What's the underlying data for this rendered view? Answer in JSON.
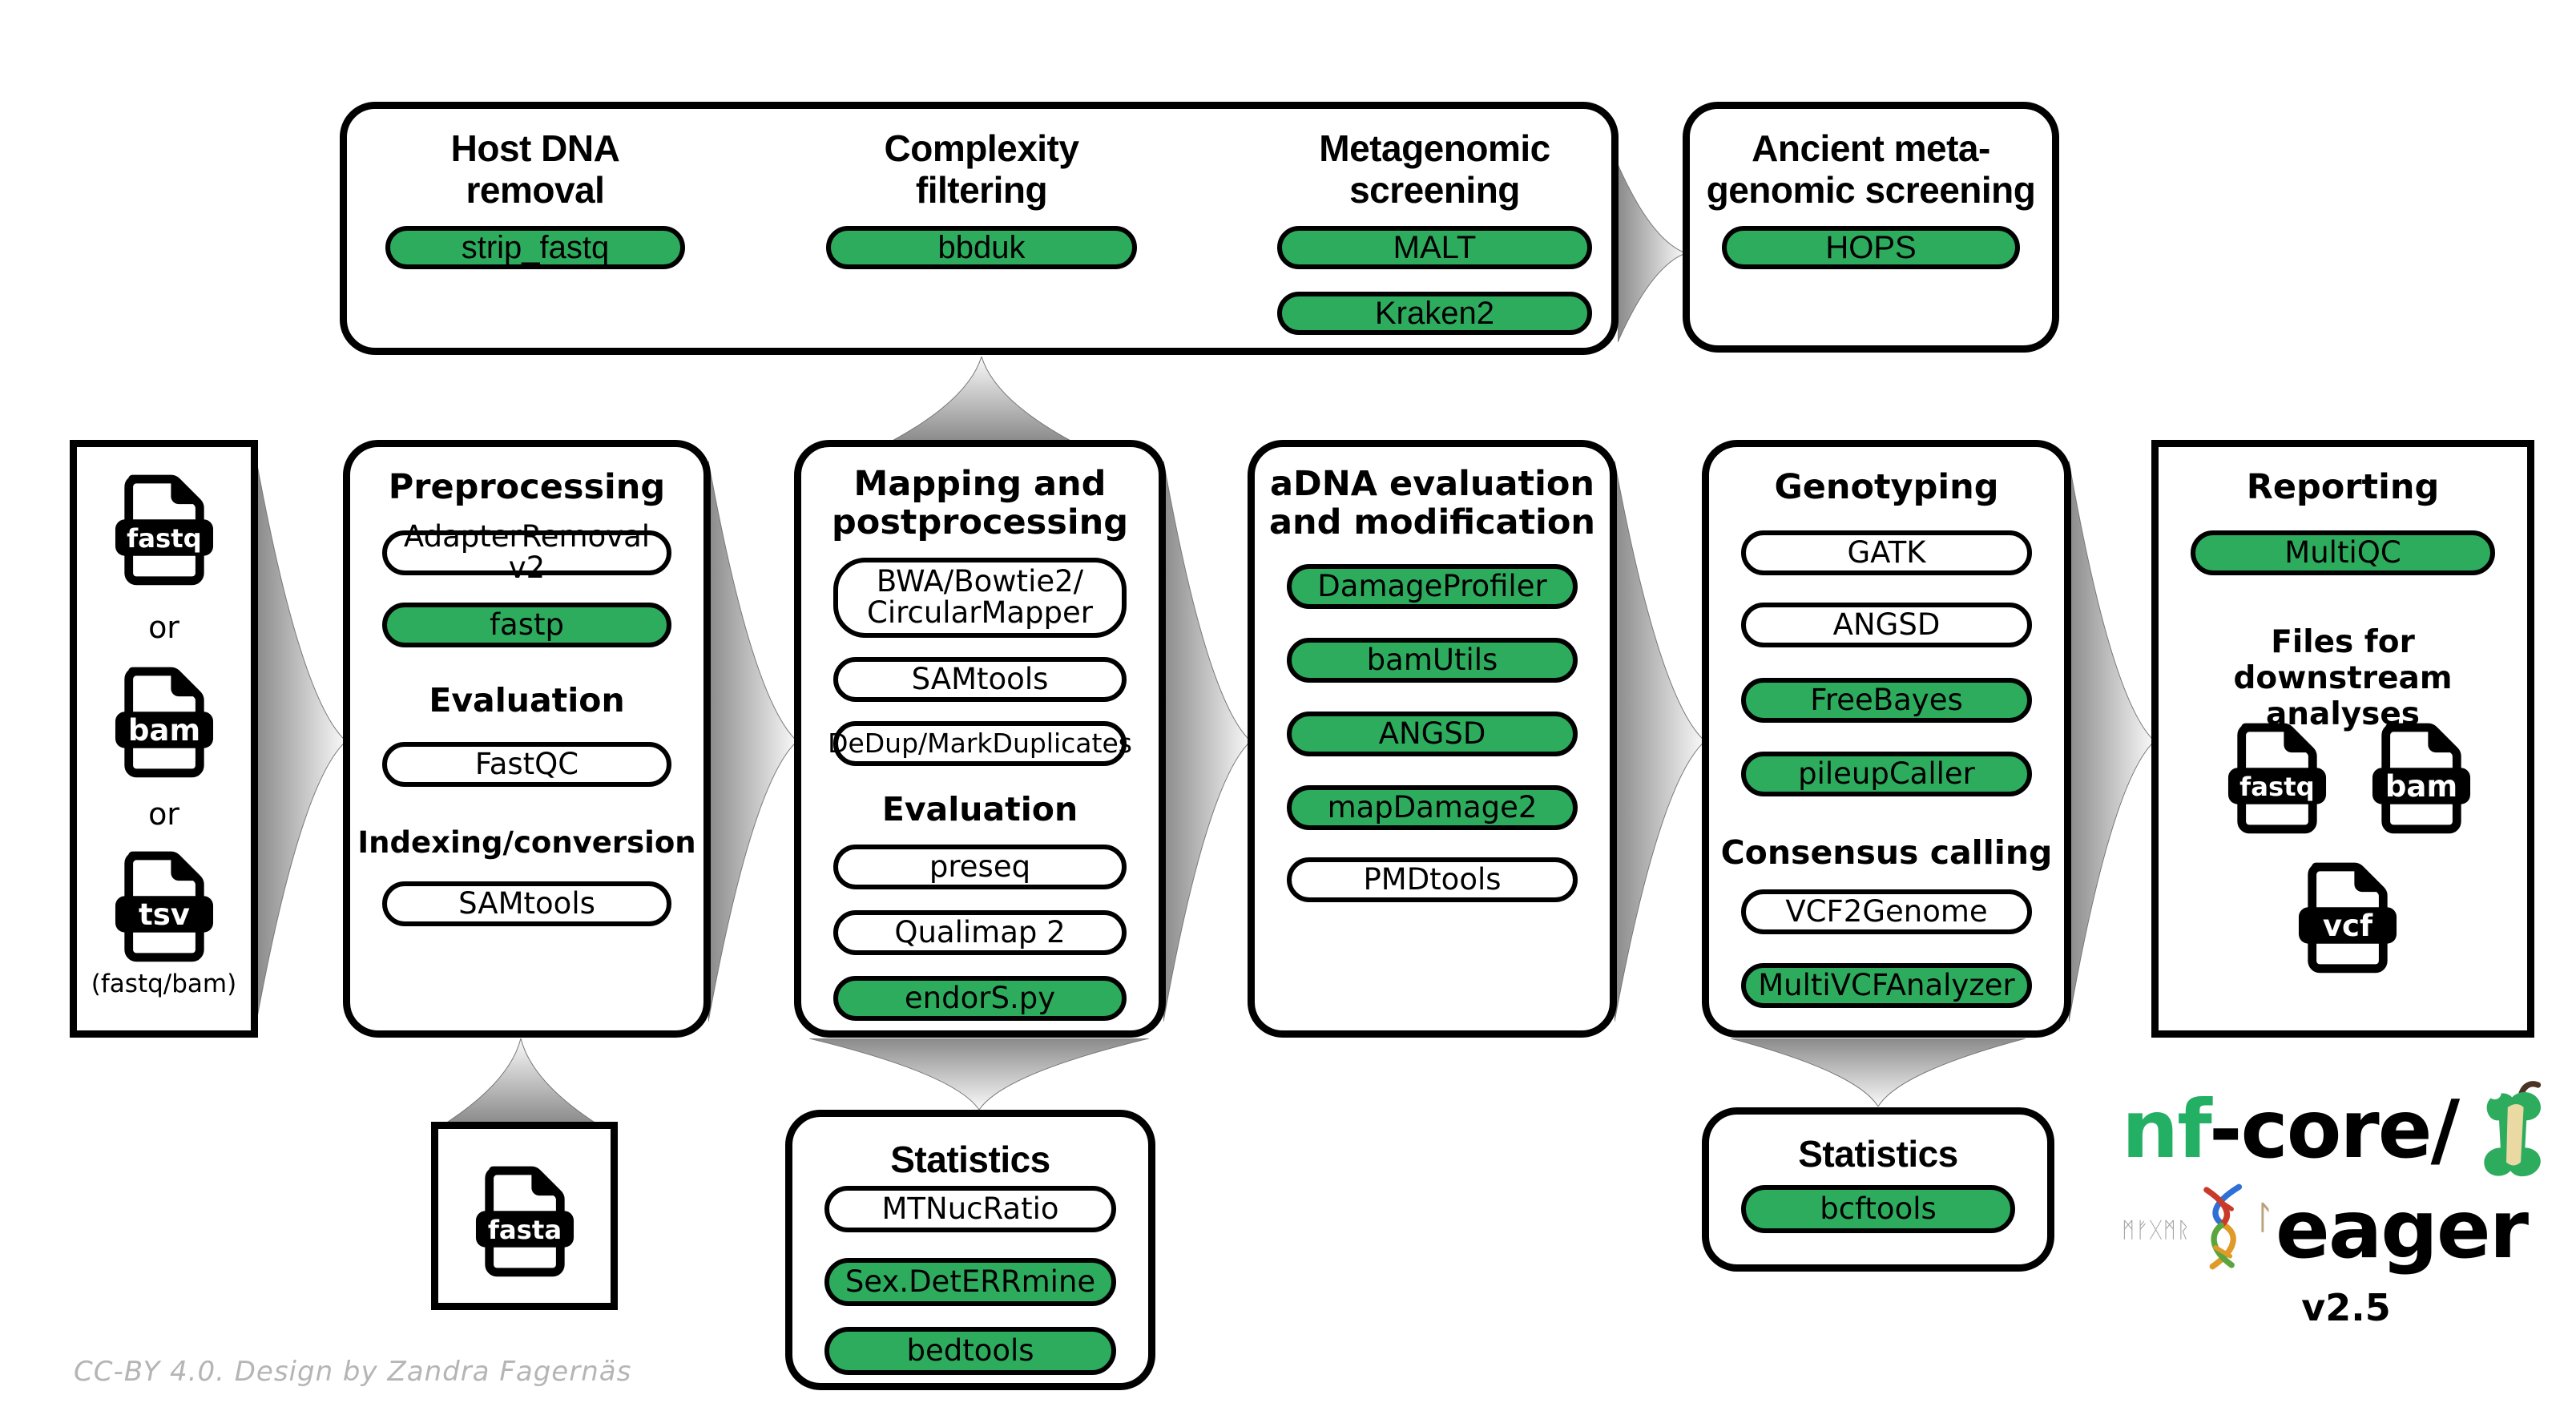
{
  "colors": {
    "green": "#2eac5e",
    "logo_green": "#24b064",
    "arrow_dark": "#8a8a8a",
    "arrow_light": "#fafafa"
  },
  "top_pipeline": {
    "columns": [
      {
        "heading_line1": "Host DNA",
        "heading_line2": "removal",
        "tools": [
          {
            "label": "strip_fastq",
            "highlighted": true
          }
        ]
      },
      {
        "heading_line1": "Complexity",
        "heading_line2": "filtering",
        "tools": [
          {
            "label": "bbduk",
            "highlighted": true
          }
        ]
      },
      {
        "heading_line1": "Metagenomic",
        "heading_line2": "screening",
        "tools": [
          {
            "label": "MALT",
            "highlighted": true
          },
          {
            "label": "Kraken2",
            "highlighted": true
          }
        ]
      }
    ]
  },
  "ancient_screening": {
    "heading_line1": "Ancient meta-",
    "heading_line2": "genomic screening",
    "tools": [
      {
        "label": "HOPS",
        "highlighted": true
      }
    ]
  },
  "input": {
    "files": [
      {
        "label": "fastq"
      },
      {
        "label": "bam"
      },
      {
        "label": "tsv"
      }
    ],
    "separator": "or",
    "caption": "(fastq/bam)"
  },
  "reference": {
    "file": "fasta"
  },
  "preprocessing": {
    "title": "Preprocessing",
    "sections": [
      {
        "type": "tool",
        "label": "AdapterRemoval v2",
        "highlighted": false
      },
      {
        "type": "tool",
        "label": "fastp",
        "highlighted": true
      },
      {
        "type": "heading",
        "label": "Evaluation"
      },
      {
        "type": "tool",
        "label": "FastQC",
        "highlighted": false
      },
      {
        "type": "heading",
        "label": "Indexing/conversion"
      },
      {
        "type": "tool",
        "label": "SAMtools",
        "highlighted": false
      }
    ]
  },
  "mapping": {
    "title_line1": "Mapping and",
    "title_line2": "postprocessing",
    "sections": [
      {
        "type": "tool",
        "label_line1": "BWA/Bowtie2/",
        "label_line2": "CircularMapper",
        "highlighted": false
      },
      {
        "type": "tool",
        "label": "SAMtools",
        "highlighted": false
      },
      {
        "type": "tool",
        "label": "DeDup/MarkDuplicates",
        "highlighted": false
      },
      {
        "type": "heading",
        "label": "Evaluation"
      },
      {
        "type": "tool",
        "label": "preseq",
        "highlighted": false
      },
      {
        "type": "tool",
        "label": "Qualimap 2",
        "highlighted": false
      },
      {
        "type": "tool",
        "label": "endorS.py",
        "highlighted": true
      }
    ]
  },
  "adna": {
    "title_line1": "aDNA evaluation",
    "title_line2": "and modification",
    "sections": [
      {
        "type": "tool",
        "label": "DamageProfiler",
        "highlighted": true
      },
      {
        "type": "tool",
        "label": "bamUtils",
        "highlighted": true
      },
      {
        "type": "tool",
        "label": "ANGSD",
        "highlighted": true
      },
      {
        "type": "tool",
        "label": "mapDamage2",
        "highlighted": true
      },
      {
        "type": "tool",
        "label": "PMDtools",
        "highlighted": false
      }
    ]
  },
  "genotyping": {
    "title": "Genotyping",
    "sections": [
      {
        "type": "tool",
        "label": "GATK",
        "highlighted": false
      },
      {
        "type": "tool",
        "label": "ANGSD",
        "highlighted": false
      },
      {
        "type": "tool",
        "label": "FreeBayes",
        "highlighted": true
      },
      {
        "type": "tool",
        "label": "pileupCaller",
        "highlighted": true
      },
      {
        "type": "heading",
        "label": "Consensus calling"
      },
      {
        "type": "tool",
        "label": "VCF2Genome",
        "highlighted": false
      },
      {
        "type": "tool",
        "label": "MultiVCFAnalyzer",
        "highlighted": true
      }
    ]
  },
  "reporting": {
    "title": "Reporting",
    "tools": [
      {
        "label": "MultiQC",
        "highlighted": true
      }
    ],
    "downstream_line1": "Files for downstream",
    "downstream_line2": "analyses",
    "files": [
      {
        "label": "fastq"
      },
      {
        "label": "bam"
      },
      {
        "label": "vcf"
      }
    ]
  },
  "stats_mapping": {
    "title": "Statistics",
    "sections": [
      {
        "type": "tool",
        "label": "MTNucRatio",
        "highlighted": false
      },
      {
        "type": "tool",
        "label": "Sex.DetERRmine",
        "highlighted": true
      },
      {
        "type": "tool",
        "label": "bedtools",
        "highlighted": true
      }
    ]
  },
  "stats_genotyping": {
    "title": "Statistics",
    "sections": [
      {
        "type": "tool",
        "label": "bcftools",
        "highlighted": true
      }
    ]
  },
  "logo": {
    "brand_green": "nf",
    "brand_rest": "-core/",
    "name": "eager",
    "runes": "ᛗᚠᚷᛗᚱ",
    "rune_l": "ᛚ",
    "version": "v2.5"
  },
  "credit": "CC-BY 4.0. Design by Zandra Fagernäs"
}
